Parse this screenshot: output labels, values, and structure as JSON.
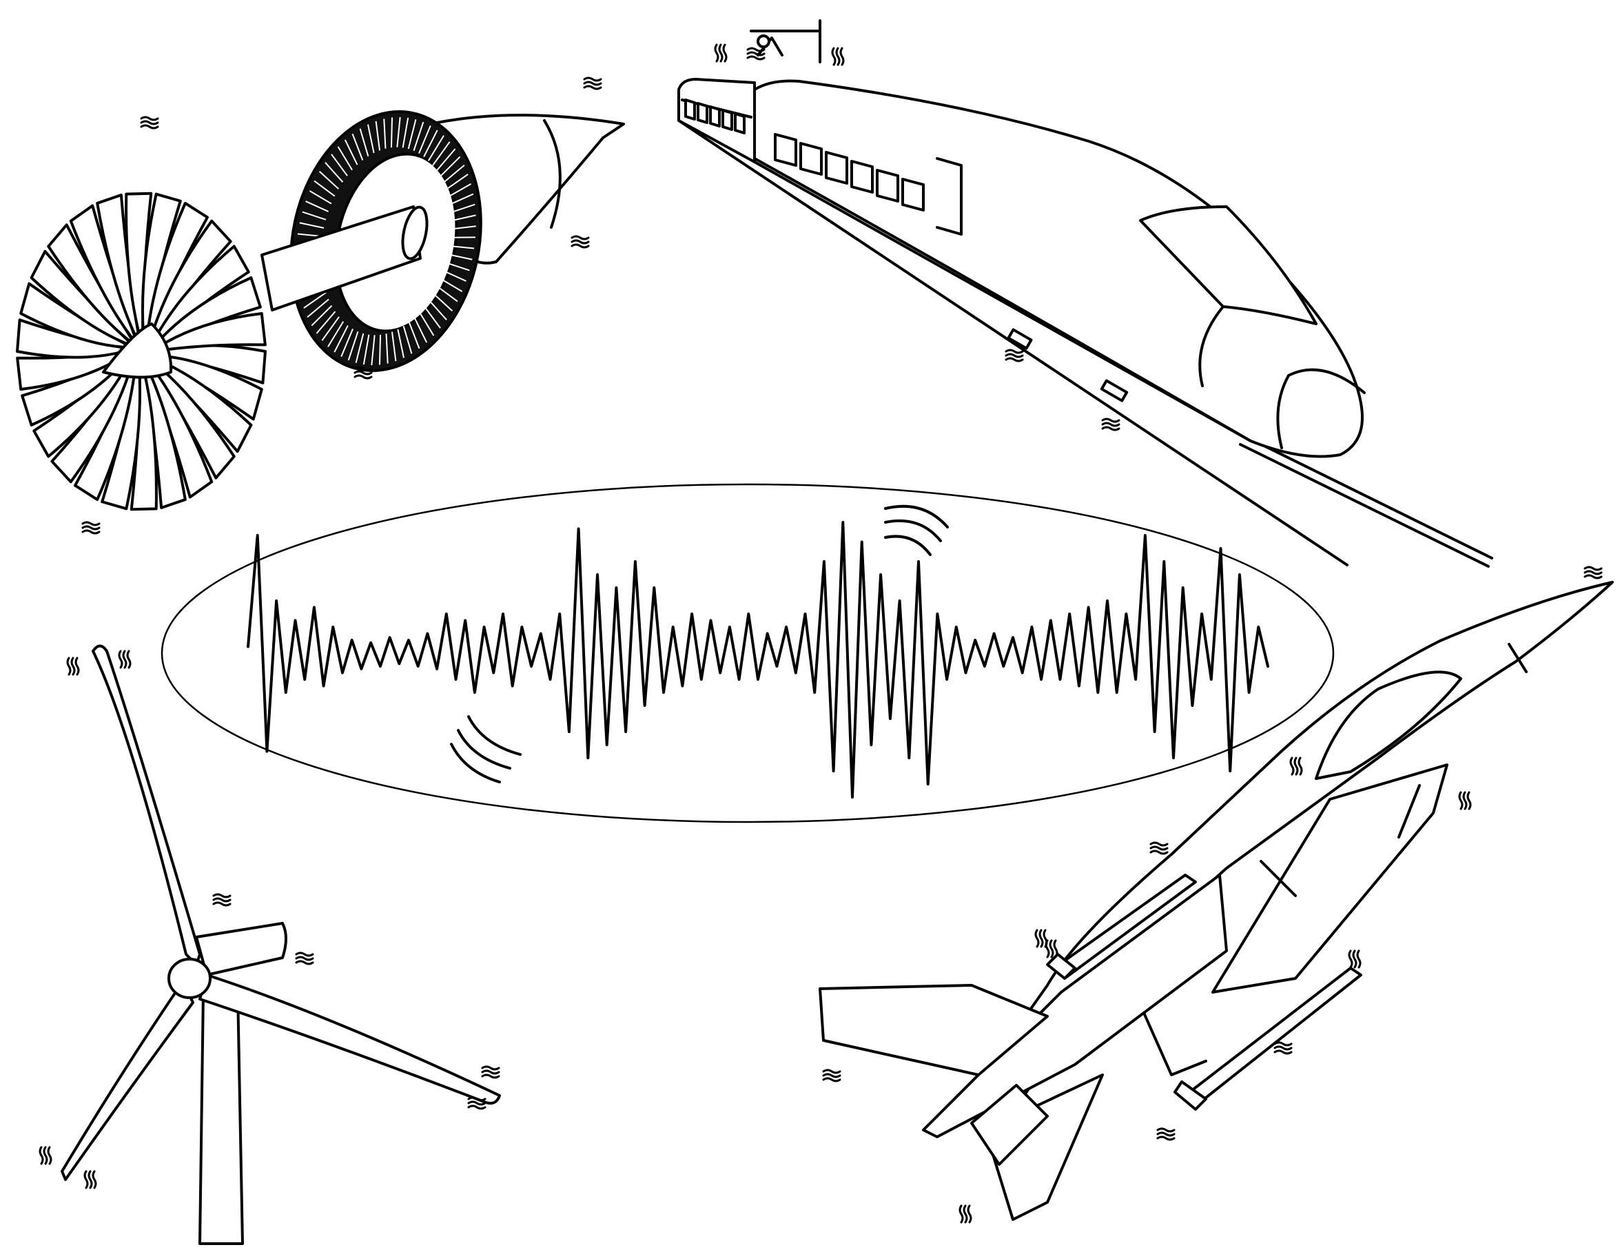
{
  "figure": {
    "objects": [
      "jet-engine-fan",
      "high-speed-train",
      "wind-turbine",
      "fighter-jet"
    ],
    "center": "vibration-signal-in-ellipse"
  },
  "colors": {
    "ink": "#000000",
    "background": "#ffffff"
  },
  "signal_amplitudes": [
    0.05,
    0.9,
    -0.75,
    0.4,
    -0.3,
    0.25,
    -0.2,
    0.35,
    -0.25,
    0.2,
    -0.15,
    0.1,
    -0.12,
    0.08,
    -0.1,
    0.12,
    -0.08,
    0.1,
    -0.1,
    0.15,
    -0.12,
    0.3,
    -0.2,
    0.25,
    -0.3,
    0.2,
    -0.15,
    0.3,
    -0.25,
    0.2,
    -0.1,
    0.15,
    -0.2,
    0.3,
    -0.6,
    0.95,
    -0.8,
    0.6,
    -0.7,
    0.5,
    -0.6,
    0.7,
    -0.4,
    0.5,
    -0.3,
    0.2,
    -0.25,
    0.3,
    -0.2,
    0.25,
    -0.15,
    0.2,
    -0.2,
    0.3,
    -0.2,
    0.15,
    -0.1,
    0.2,
    -0.15,
    0.3,
    -0.3,
    0.7,
    -0.9,
    1.0,
    -1.1,
    0.85,
    -0.7,
    0.6,
    -0.5,
    0.4,
    -0.8,
    0.7,
    -1.0,
    0.3,
    -0.2,
    0.2,
    -0.15,
    0.1,
    -0.1,
    0.15,
    -0.1,
    0.12,
    -0.15,
    0.2,
    -0.2,
    0.25,
    -0.2,
    0.3,
    -0.25,
    0.35,
    -0.3,
    0.4,
    -0.3,
    0.3,
    -0.2,
    0.9,
    -0.6,
    0.7,
    -0.8,
    0.5,
    -0.4,
    0.3,
    -0.2,
    0.8,
    -0.9,
    0.6,
    -0.3,
    0.2,
    -0.1
  ]
}
